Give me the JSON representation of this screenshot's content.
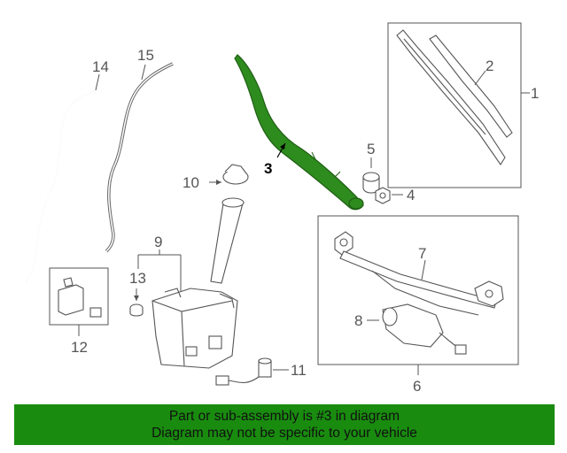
{
  "callouts": {
    "c1": "1",
    "c2": "2",
    "c3": "3",
    "c4": "4",
    "c5": "5",
    "c6": "6",
    "c7": "7",
    "c8": "8",
    "c9": "9",
    "c10": "10",
    "c11": "11",
    "c12": "12",
    "c13": "13",
    "c14": "14",
    "c15": "15"
  },
  "highlight": {
    "part_number": "3",
    "color": "#2e8b1e"
  },
  "banner": {
    "line1": "Part or sub-assembly is #3 in diagram",
    "line2": "Diagram may not be specific to your vehicle",
    "background": "#198c0f"
  }
}
